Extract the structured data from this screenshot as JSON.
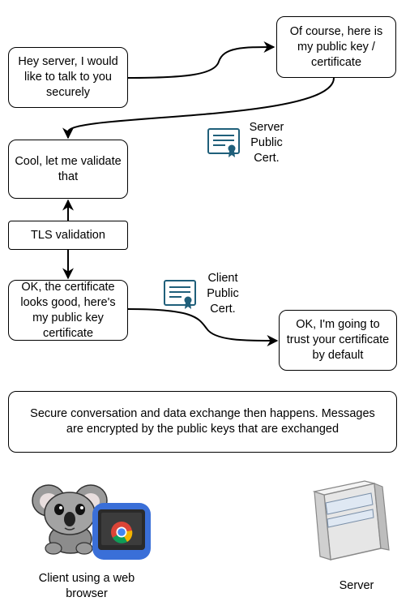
{
  "nodes": {
    "client_hello": "Hey server, I would like to talk to you securely",
    "server_reply": "Of course, here is my public key / certificate",
    "client_validate": "Cool, let me validate that",
    "tls_validation": "TLS validation",
    "client_cert": "OK, the certificate looks good, here's my public key certificate",
    "server_trust": "OK, I'm going to trust your certificate by default",
    "secure_exchange": "Secure conversation and data exchange then happens. Messages are encrypted by the public keys that are exchanged"
  },
  "labels": {
    "server_cert": "Server Public Cert.",
    "client_cert": "Client Public Cert.",
    "client": "Client using a web browser",
    "server": "Server"
  },
  "icons": [
    "certificate-icon",
    "koala-mascot-icon",
    "chrome-browser-icon",
    "server-tower-icon"
  ],
  "colors": {
    "stroke": "#000000",
    "cert": "#1f5f7a",
    "chrome_tile": "#3a6fd8"
  }
}
